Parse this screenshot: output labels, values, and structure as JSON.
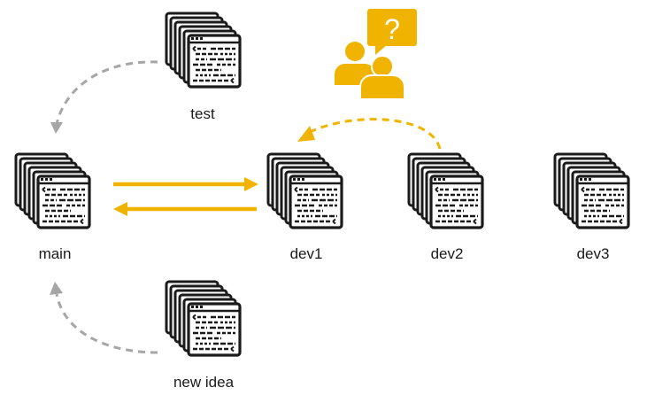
{
  "colors": {
    "accent": "#f0b400",
    "connector": "#a6a6a6",
    "ink": "#1a1a1a"
  },
  "nodes": {
    "test": {
      "label": "test"
    },
    "main": {
      "label": "main"
    },
    "dev1": {
      "label": "dev1"
    },
    "dev2": {
      "label": "dev2"
    },
    "dev3": {
      "label": "dev3"
    },
    "new_idea": {
      "label": "new idea"
    }
  },
  "people_icon": {
    "name": "people-discussion-icon",
    "bubble_glyph": "?"
  }
}
